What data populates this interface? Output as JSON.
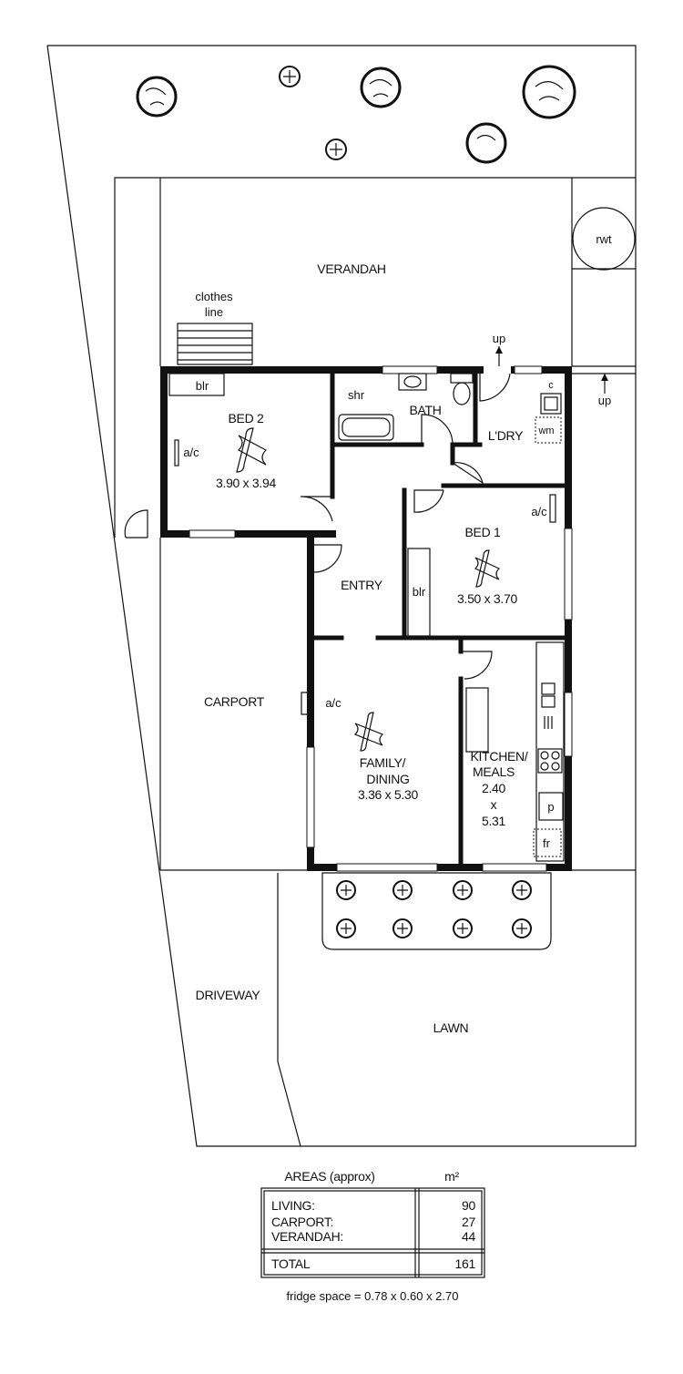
{
  "labels": {
    "verandah": "VERANDAH",
    "clothes_line_1": "clothes",
    "clothes_line_2": "line",
    "rwt": "rwt",
    "up_1": "up",
    "up_2": "up",
    "blr_1": "blr",
    "blr_2": "blr",
    "shr": "shr",
    "bath": "BATH",
    "laundry": "L'DRY",
    "c": "c",
    "wm": "wm",
    "bed2": "BED 2",
    "bed2_dims": "3.90 x 3.94",
    "ac_1": "a/c",
    "ac_2": "a/c",
    "ac_3": "a/c",
    "bed1": "BED 1",
    "bed1_dims": "3.50 x 3.70",
    "entry": "ENTRY",
    "carport": "CARPORT",
    "family_1": "FAMILY/",
    "family_2": "DINING",
    "family_dims": "3.36 x 5.30",
    "kitchen_1": "KITCHEN/",
    "kitchen_2": "MEALS",
    "kitchen_3": "2.40",
    "kitchen_4": "x",
    "kitchen_5": "5.31",
    "p": "p",
    "fr": "fr",
    "driveway": "DRIVEWAY",
    "lawn": "LAWN"
  },
  "areas": {
    "heading": "AREAS (approx)",
    "unit": "m²",
    "rows": [
      {
        "label": "LIVING:",
        "value": "90"
      },
      {
        "label": "CARPORT:",
        "value": "27"
      },
      {
        "label": "VERANDAH:",
        "value": "44"
      }
    ],
    "total_label": "TOTAL",
    "total_value": "161"
  },
  "footnote": "fridge space = 0.78 x 0.60 x 2.70"
}
